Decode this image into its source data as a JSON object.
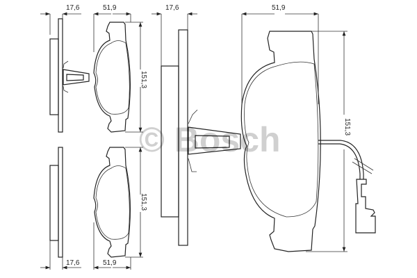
{
  "watermark": "© Bosch",
  "dimensions": {
    "top_left_thickness": "17,6",
    "top_left_width": "51,9",
    "top_left_height": "151,3",
    "bottom_left_thickness": "17,6",
    "bottom_left_width": "51,9",
    "bottom_left_height": "151,3",
    "large_thickness": "17,6",
    "large_width": "51,9",
    "large_height": "151,3"
  },
  "colors": {
    "line": "#222222",
    "watermark": "#bbbbbb"
  }
}
